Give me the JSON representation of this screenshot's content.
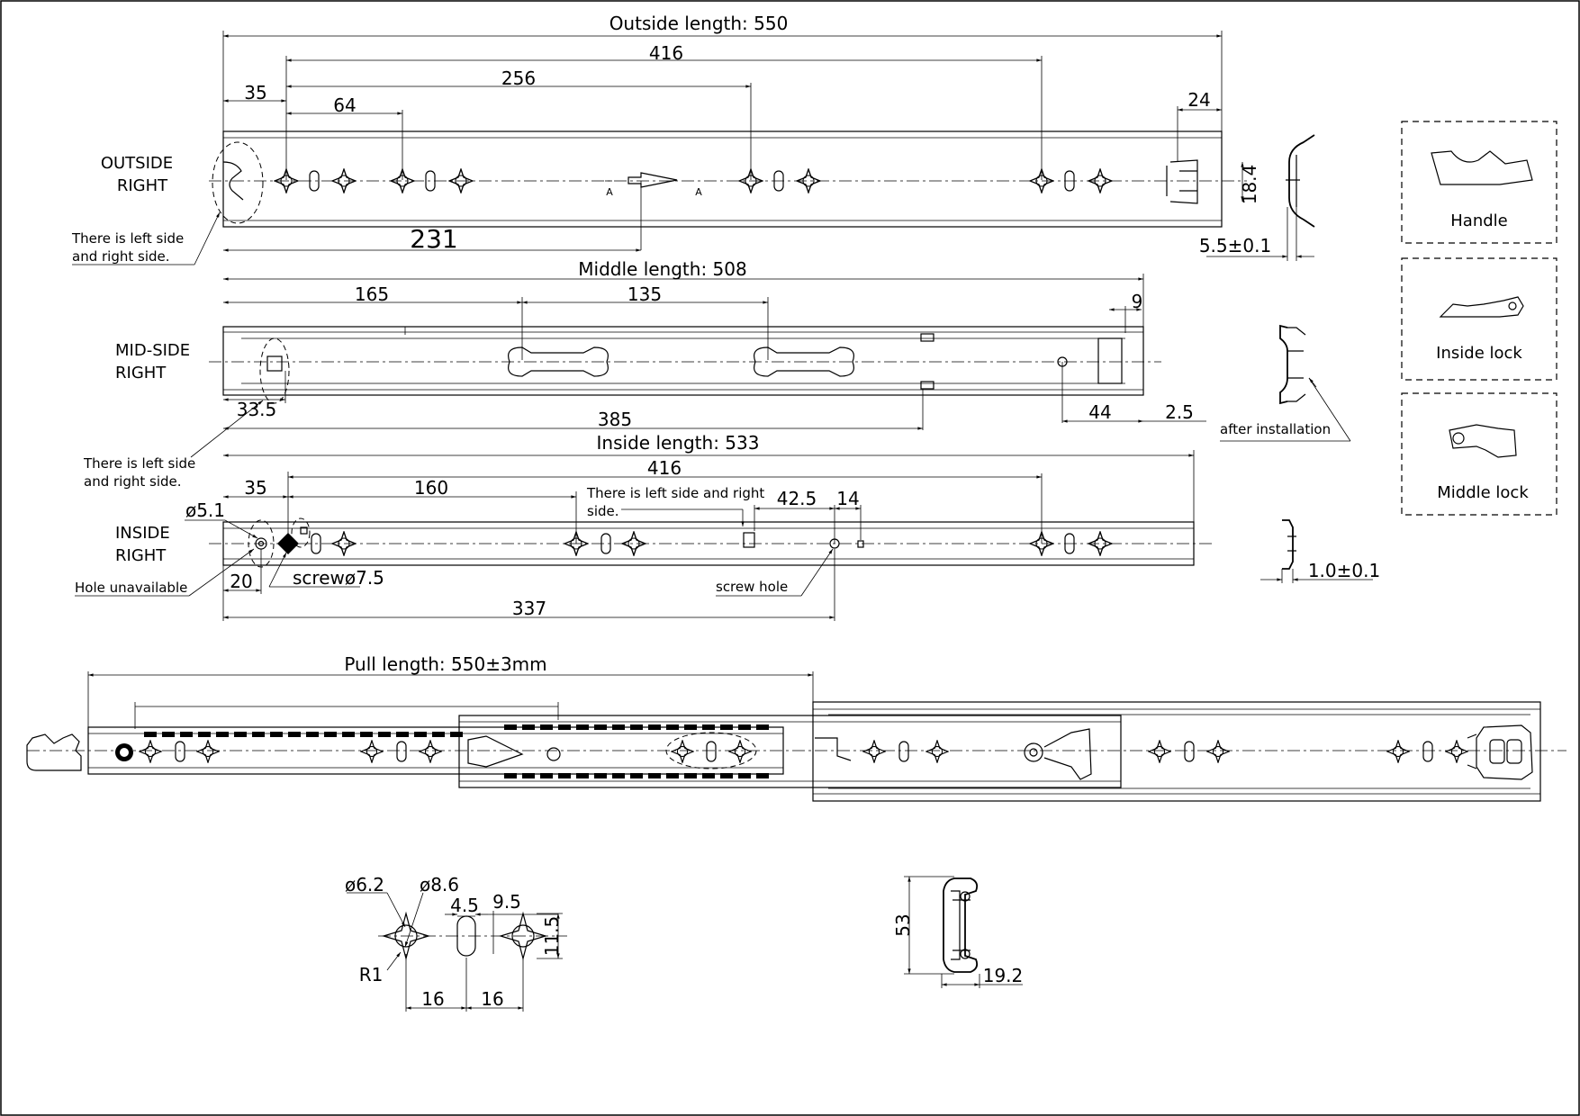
{
  "outside": {
    "length_label": "Outside length: 550",
    "name_line1": "OUTSIDE",
    "name_line2": "RIGHT",
    "dim_416": "416",
    "dim_256": "256",
    "dim_35": "35",
    "dim_64": "64",
    "dim_24": "24",
    "dim_18_4": "18.4",
    "dim_231": "231",
    "dim_5_5": "5.5±0.1",
    "section_a": "A",
    "note_line1": "There is left side",
    "note_line2": "and right side."
  },
  "middle": {
    "length_label": "Middle length: 508",
    "name_line1": "MID-SIDE",
    "name_line2": "RIGHT",
    "dim_165": "165",
    "dim_135": "135",
    "dim_9": "9",
    "dim_33_5": "33.5",
    "dim_385": "385",
    "dim_44": "44",
    "dim_2_5": "2.5",
    "note_line1": "There is left side",
    "note_line2": "and right side.",
    "after_install": "after installation"
  },
  "inside": {
    "length_label": "Inside length: 533",
    "name_line1": "INSIDE",
    "name_line2": "RIGHT",
    "dim_416": "416",
    "dim_35": "35",
    "dim_160": "160",
    "dim_42_5": "42.5",
    "dim_14": "14",
    "dim_d5_1": "ø5.1",
    "dim_20": "20",
    "dim_337": "337",
    "dim_1_0": "1.0±0.1",
    "screw_label": "screwø7.5",
    "hole_unavailable": "Hole unavailable",
    "screw_hole": "screw hole",
    "note_line1": "There is left side and right",
    "note_line2": "side."
  },
  "parts": {
    "handle": "Handle",
    "inside_lock": "Inside lock",
    "middle_lock": "Middle lock"
  },
  "assembly": {
    "pull_length": "Pull length: 550±3mm"
  },
  "hole_detail": {
    "d6_2": "ø6.2",
    "d8_6": "ø8.6",
    "d4_5": "4.5",
    "d9_5": "9.5",
    "d11_5": "11.5",
    "r1": "R1",
    "d16a": "16",
    "d16b": "16"
  },
  "profile": {
    "height": "53",
    "width": "19.2"
  }
}
